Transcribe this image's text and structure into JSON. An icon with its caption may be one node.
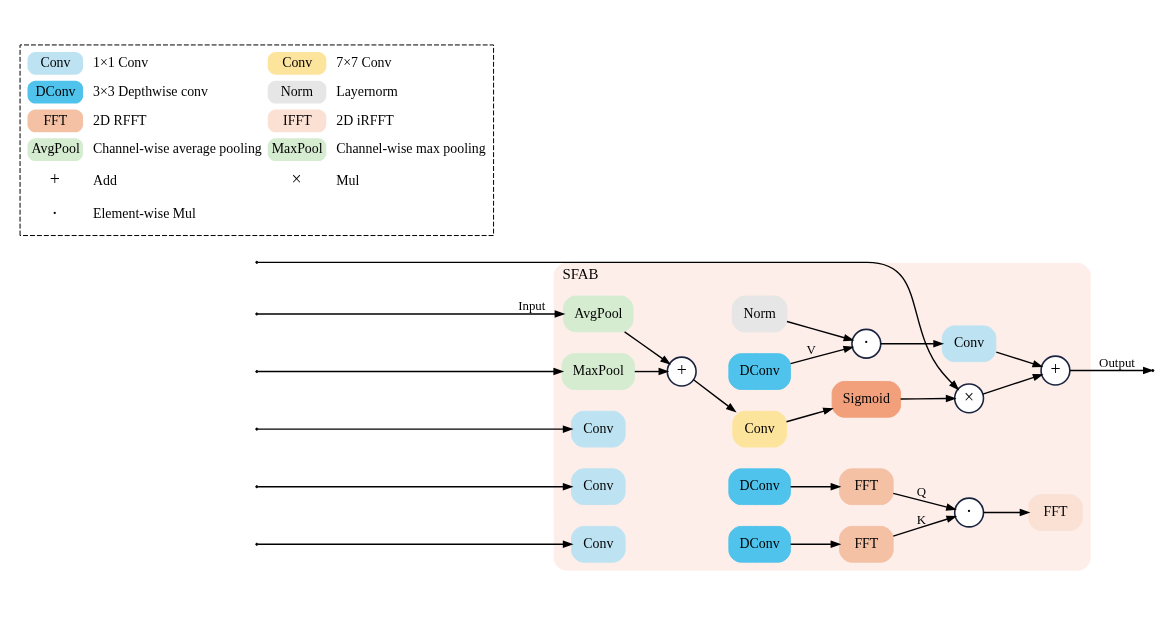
{
  "diagram": {
    "nodes": [
      {
        "text": [
          "SFAB"
        ]
      },
      {
        "text": [
          "AvgPool"
        ],
        "in": 0
      },
      {
        "text": [
          "MaxPool"
        ],
        "in": 0
      },
      {
        "text": [
          "+"
        ],
        "in": 0
      },
      {
        "text": [
          "Conv"
        ],
        "in": 0
      },
      {
        "text": [
          "Sigmoid"
        ],
        "in": 0
      },
      {
        "text": [
          "×"
        ],
        "in": 0
      },
      {
        "text": [
          "+"
        ],
        "in": 0
      },
      {
        "text": [
          "Conv"
        ],
        "in": 0
      },
      {
        "text": [
          "DConv"
        ],
        "in": 0
      },
      {
        "text": [
          "Conv"
        ],
        "in": 0
      },
      {
        "text": [
          "DConv"
        ],
        "in": 0
      },
      {
        "text": [
          "FFT"
        ],
        "in": 0
      },
      {
        "text": [
          "Conv"
        ],
        "in": 0
      },
      {
        "text": [
          "DConv"
        ],
        "in": 0
      },
      {
        "text": [
          "FFT"
        ],
        "in": 0
      },
      {
        "text": [
          "·"
        ],
        "in": 0
      },
      {
        "text": [
          "FFT"
        ],
        "in": 0
      },
      {
        "text": [
          "Norm"
        ],
        "in": 0
      },
      {
        "text": [
          "·"
        ],
        "in": 0
      },
      {
        "text": [
          "Conv"
        ],
        "in": 0
      }
    ],
    "edges": [
      {
        "from": null,
        "to": 1,
        "arrow": "to",
        "label": "Input"
      },
      {
        "from": null,
        "to": 2,
        "arrow": "to"
      },
      {
        "from": null,
        "to": 6,
        "arrow": "to"
      },
      {
        "from": null,
        "to": 8,
        "arrow": "to"
      },
      {
        "from": null,
        "to": 10,
        "arrow": "to"
      },
      {
        "from": null,
        "to": 13,
        "arrow": "to"
      },
      {
        "from": 1,
        "to": 3,
        "arrow": "to"
      },
      {
        "from": 2,
        "to": 3,
        "arrow": "to"
      },
      {
        "from": 3,
        "to": 4,
        "arrow": "to"
      },
      {
        "from": 4,
        "to": 5,
        "arrow": "to"
      },
      {
        "from": 5,
        "to": 6,
        "arrow": "to"
      },
      {
        "from": 6,
        "to": 7,
        "arrow": "to"
      },
      {
        "from": 9,
        "to": 19,
        "arrow": "to",
        "label": "V"
      },
      {
        "from": 11,
        "to": 12,
        "arrow": "to"
      },
      {
        "from": 12,
        "to": 16,
        "arrow": "to",
        "label": "K"
      },
      {
        "from": 14,
        "to": 15,
        "arrow": "to"
      },
      {
        "from": 15,
        "to": 16,
        "arrow": "to",
        "label": "Q"
      },
      {
        "from": 16,
        "to": 17,
        "arrow": "to"
      },
      {
        "from": 18,
        "to": 19,
        "arrow": "to"
      },
      {
        "from": 19,
        "to": 20,
        "arrow": "to"
      },
      {
        "from": 20,
        "to": 7,
        "arrow": "to"
      },
      {
        "from": 7,
        "to": null,
        "arrow": "to",
        "label": "Output"
      }
    ],
    "labels": [
      "Conv",
      "Conv",
      "DConv",
      "Norm",
      "FFT",
      "IFFT",
      "AvgPool",
      "MaxPool",
      "+",
      "×",
      "·"
    ],
    "legend": [
      {
        "text": "1×1 Conv",
        "color": "#bde3f2"
      },
      {
        "text": "7×7 Conv",
        "color": "#fde49c"
      },
      {
        "text": "3×3 Depthwise conv",
        "color": "#4fc3ec"
      },
      {
        "text": "Layernorm",
        "color": "#e6e6e6"
      },
      {
        "text": "2D RFFT",
        "color": "#f4c1a5"
      },
      {
        "text": "2D iRFFT",
        "color": "#fbe1d4"
      },
      {
        "text": "Channel-wise average pooling",
        "color": "#d5ecd0"
      },
      {
        "text": "Channel-wise max pooling",
        "color": "#d5ecd0"
      },
      {
        "text": "Add"
      },
      {
        "text": "Mul"
      },
      {
        "text": "Element-wise Mul"
      }
    ]
  }
}
